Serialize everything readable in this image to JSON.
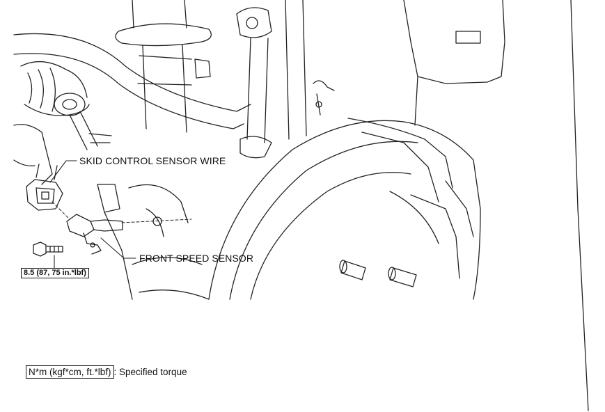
{
  "labels": {
    "skid_wire": "SKID CONTROL SENSOR WIRE",
    "front_speed": "FRONT SPEED SENSOR",
    "torque_value": "8.5 (87, 75 in.*lbf)"
  },
  "legend": {
    "unit": "N*m (kgf*cm, ft.*lbf)",
    "description": ": Specified torque"
  }
}
